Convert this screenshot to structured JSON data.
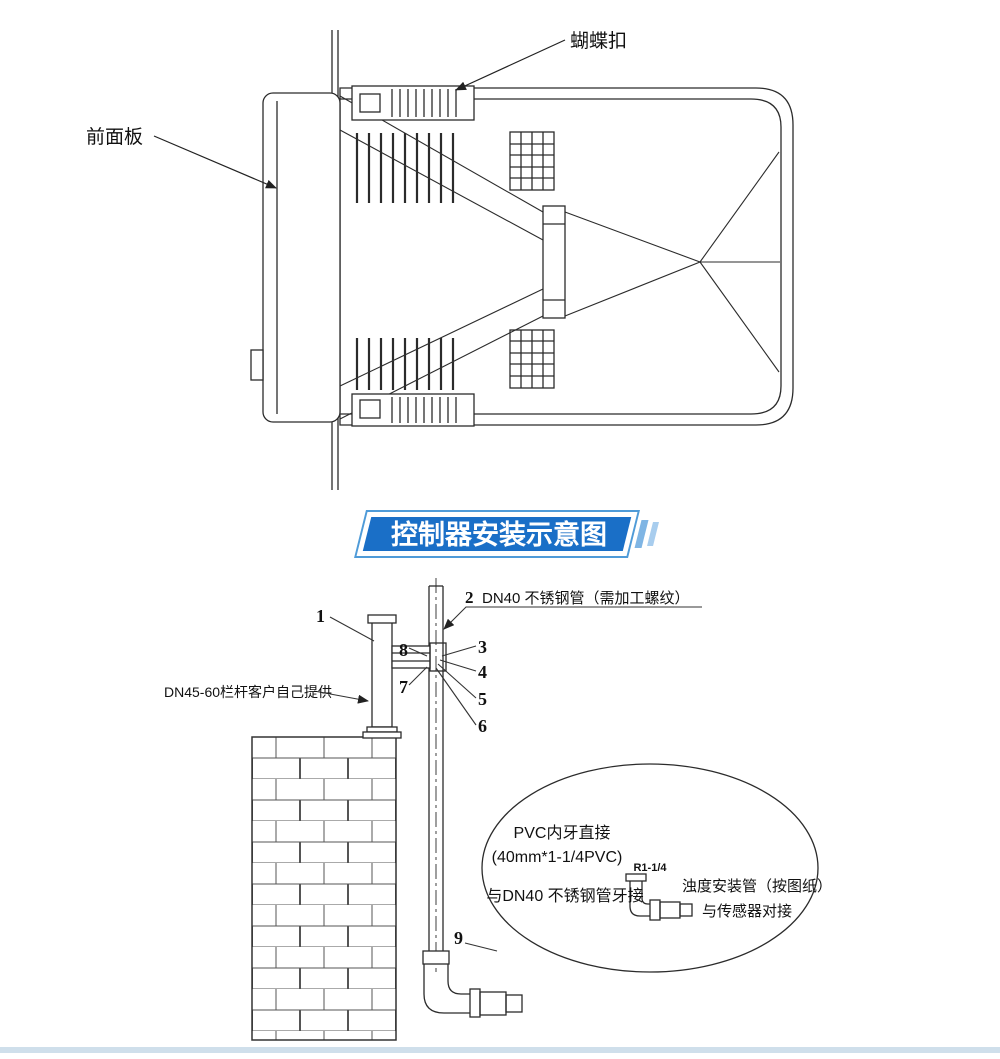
{
  "page": {
    "background": "#ffffff",
    "bottom_bar_color": "#cfdfeb"
  },
  "top_view": {
    "labels": {
      "butterfly_clip": "蝴蝶扣",
      "front_panel": "前面板"
    }
  },
  "banner": {
    "title": "控制器安装示意图",
    "fill": "#1a6fc7",
    "edge": "#4f9bd8",
    "text_color": "#ffffff"
  },
  "installation": {
    "callouts": {
      "n1": "1",
      "n2": "2",
      "n3": "3",
      "n4": "4",
      "n5": "5",
      "n6": "6",
      "n7": "7",
      "n8": "8",
      "n9": "9"
    },
    "labels": {
      "pipe": "DN40 不锈钢管（需加工螺纹）",
      "railing": "DN45-60栏杆客户自己提供"
    },
    "detail_bubble": {
      "line1": "PVC内牙直接",
      "line2": "(40mm*1-1/4PVC)",
      "line3": "与DN40 不锈钢管牙接",
      "thread_label": "R1-1/4",
      "right_line1": "浊度安装管（按图纸）",
      "right_line2": "与传感器对接"
    }
  }
}
